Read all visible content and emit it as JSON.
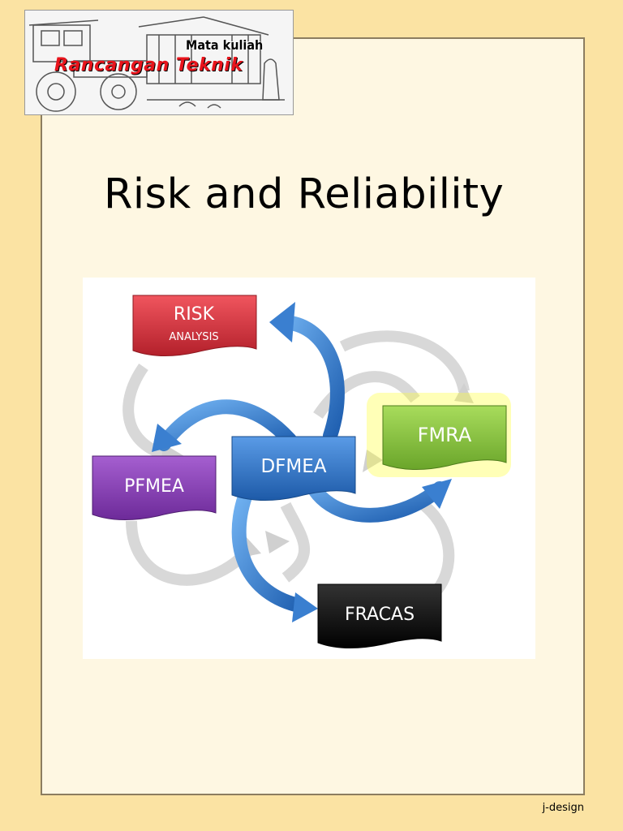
{
  "logo": {
    "subtitle": "Mata kuliah",
    "title": "Rancangan Teknik"
  },
  "title": "Risk and Reliability",
  "diagram": {
    "boxes": [
      {
        "id": "risk",
        "line1": "RISK",
        "line2": "ANALYSIS",
        "color": "#d32f3a"
      },
      {
        "id": "dfmea",
        "line1": "DFMEA",
        "color": "#2e6fc4"
      },
      {
        "id": "fmra",
        "line1": "FMRA",
        "color": "#8cc63f"
      },
      {
        "id": "pfmea",
        "line1": "PFMEA",
        "color": "#8b3fb8"
      },
      {
        "id": "fracas",
        "line1": "FRACAS",
        "color": "#0a0a0a"
      }
    ]
  },
  "footer": "j-design"
}
